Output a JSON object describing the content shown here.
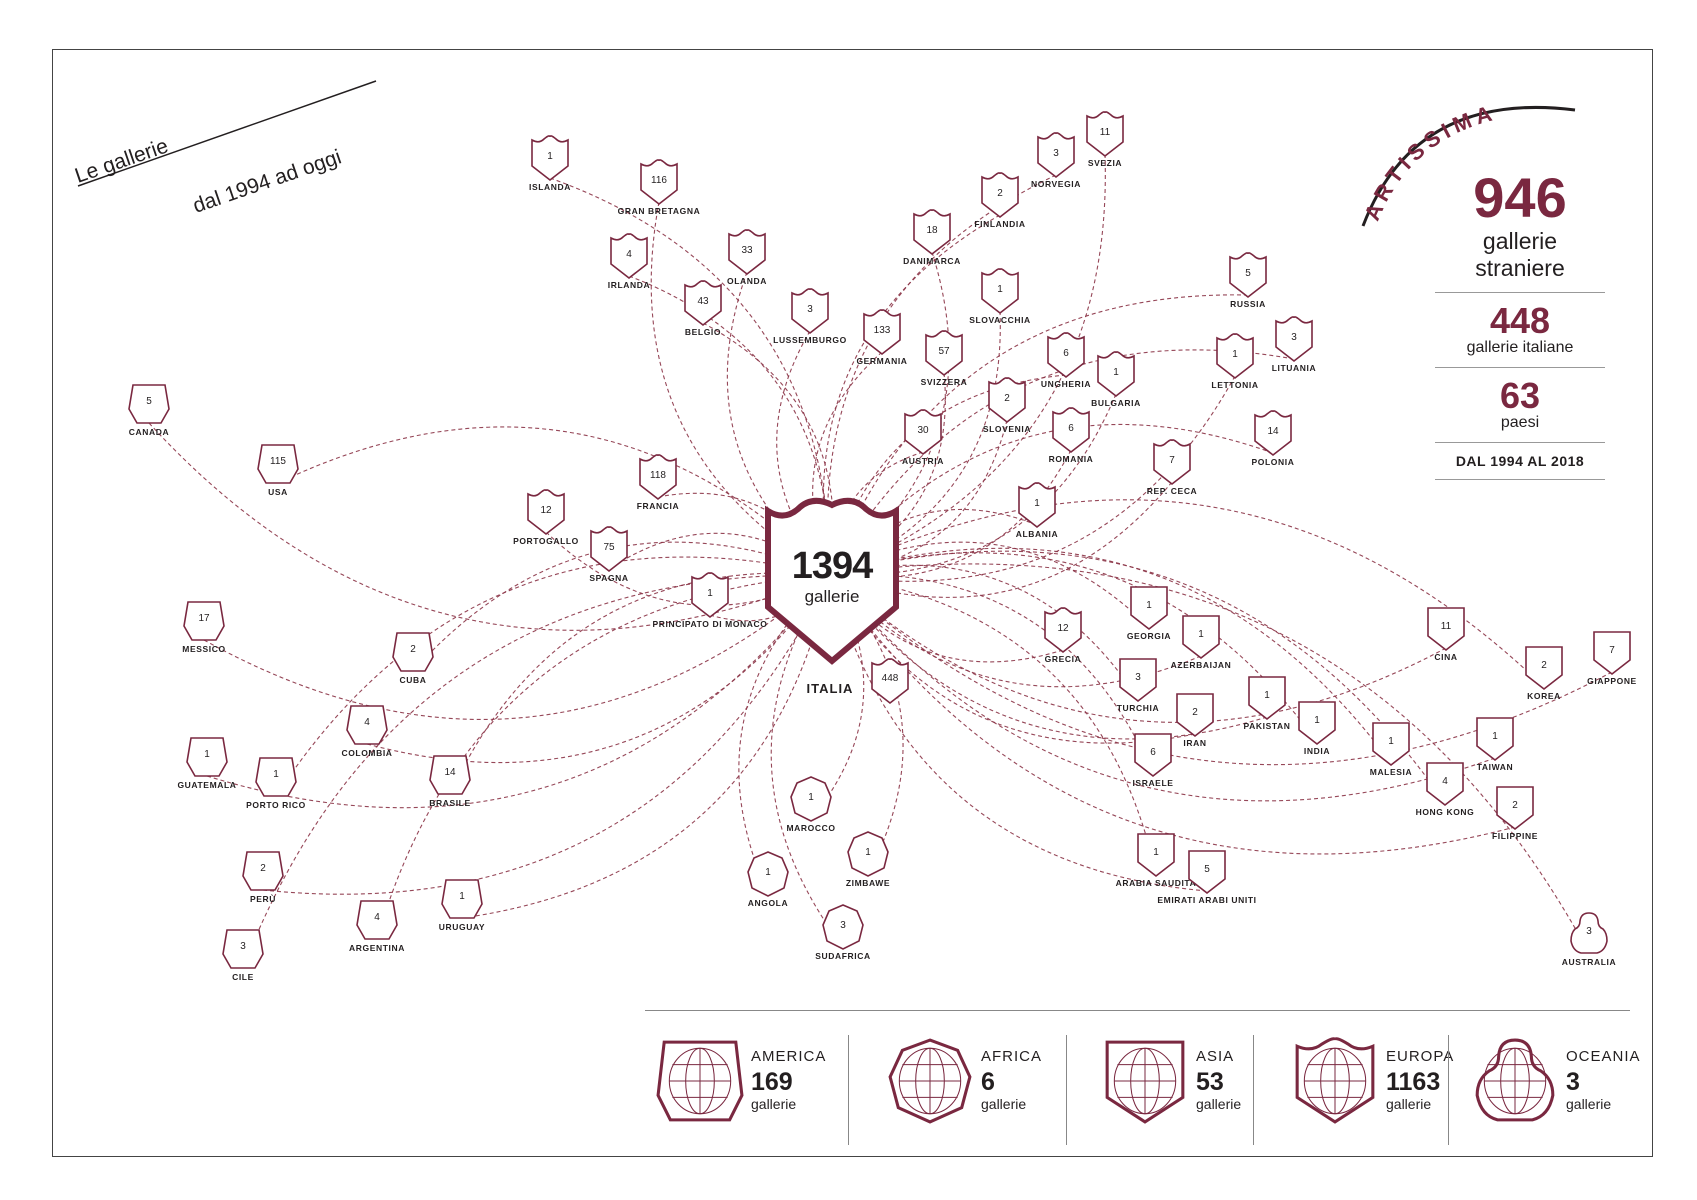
{
  "title": {
    "line1": "Le gallerie",
    "line2": "dal 1994 ad oggi"
  },
  "brand": "ARTISSIMA",
  "stats": {
    "foreign_value": "946",
    "foreign_label1": "gallerie",
    "foreign_label2": "straniere",
    "italian_value": "448",
    "italian_label": "gallerie italiane",
    "countries_value": "63",
    "countries_label": "paesi",
    "period": "DAL 1994 AL 2018"
  },
  "center": {
    "value": "1394",
    "label": "gallerie",
    "country": "ITALIA",
    "italy_count": "448"
  },
  "colors": {
    "accent": "#7a2840",
    "line": "#8b3346"
  },
  "countries": [
    {
      "name": "ISLANDA",
      "count": "1",
      "continent": "europa"
    },
    {
      "name": "GRAN BRETAGNA",
      "count": "116",
      "continent": "europa"
    },
    {
      "name": "IRLANDA",
      "count": "4",
      "continent": "europa"
    },
    {
      "name": "OLANDA",
      "count": "33",
      "continent": "europa"
    },
    {
      "name": "BELGIO",
      "count": "43",
      "continent": "europa"
    },
    {
      "name": "LUSSEMBURGO",
      "count": "3",
      "continent": "europa"
    },
    {
      "name": "DANIMARCA",
      "count": "18",
      "continent": "europa"
    },
    {
      "name": "NORVEGIA",
      "count": "3",
      "continent": "europa"
    },
    {
      "name": "SVEZIA",
      "count": "11",
      "continent": "europa"
    },
    {
      "name": "FINLANDIA",
      "count": "2",
      "continent": "europa"
    },
    {
      "name": "SLOVACCHIA",
      "count": "1",
      "continent": "europa"
    },
    {
      "name": "GERMANIA",
      "count": "133",
      "continent": "europa"
    },
    {
      "name": "SVIZZERA",
      "count": "57",
      "continent": "europa"
    },
    {
      "name": "UNGHERIA",
      "count": "6",
      "continent": "europa"
    },
    {
      "name": "BULGARIA",
      "count": "1",
      "continent": "europa"
    },
    {
      "name": "RUSSIA",
      "count": "5",
      "continent": "europa"
    },
    {
      "name": "LETTONIA",
      "count": "1",
      "continent": "europa"
    },
    {
      "name": "LITUANIA",
      "count": "3",
      "continent": "europa"
    },
    {
      "name": "SLOVENIA",
      "count": "2",
      "continent": "europa"
    },
    {
      "name": "AUSTRIA",
      "count": "30",
      "continent": "europa"
    },
    {
      "name": "ROMANIA",
      "count": "6",
      "continent": "europa"
    },
    {
      "name": "POLONIA",
      "count": "14",
      "continent": "europa"
    },
    {
      "name": "REP. CECA",
      "count": "7",
      "continent": "europa"
    },
    {
      "name": "ALBANIA",
      "count": "1",
      "continent": "europa"
    },
    {
      "name": "FRANCIA",
      "count": "118",
      "continent": "europa"
    },
    {
      "name": "PORTOGALLO",
      "count": "12",
      "continent": "europa"
    },
    {
      "name": "SPAGNA",
      "count": "75",
      "continent": "europa"
    },
    {
      "name": "PRINCIPATO DI MONACO",
      "count": "1",
      "continent": "europa"
    },
    {
      "name": "GRECIA",
      "count": "12",
      "continent": "europa"
    },
    {
      "name": "CANADA",
      "count": "5",
      "continent": "america"
    },
    {
      "name": "USA",
      "count": "115",
      "continent": "america"
    },
    {
      "name": "MESSICO",
      "count": "17",
      "continent": "america"
    },
    {
      "name": "CUBA",
      "count": "2",
      "continent": "america"
    },
    {
      "name": "COLOMBIA",
      "count": "4",
      "continent": "america"
    },
    {
      "name": "BRASILE",
      "count": "14",
      "continent": "america"
    },
    {
      "name": "GUATEMALA",
      "count": "1",
      "continent": "america"
    },
    {
      "name": "PORTO RICO",
      "count": "1",
      "continent": "america"
    },
    {
      "name": "PERÙ",
      "count": "2",
      "continent": "america"
    },
    {
      "name": "ARGENTINA",
      "count": "4",
      "continent": "america"
    },
    {
      "name": "URUGUAY",
      "count": "1",
      "continent": "america"
    },
    {
      "name": "CILE",
      "count": "3",
      "continent": "america"
    },
    {
      "name": "MAROCCO",
      "count": "1",
      "continent": "africa"
    },
    {
      "name": "ANGOLA",
      "count": "1",
      "continent": "africa"
    },
    {
      "name": "ZIMBAWE",
      "count": "1",
      "continent": "africa"
    },
    {
      "name": "SUDAFRICA",
      "count": "3",
      "continent": "africa"
    },
    {
      "name": "GEORGIA",
      "count": "1",
      "continent": "asia"
    },
    {
      "name": "AZERBAIJAN",
      "count": "1",
      "continent": "asia"
    },
    {
      "name": "TURCHIA",
      "count": "3",
      "continent": "asia"
    },
    {
      "name": "IRAN",
      "count": "2",
      "continent": "asia"
    },
    {
      "name": "ISRAELE",
      "count": "6",
      "continent": "asia"
    },
    {
      "name": "PAKISTAN",
      "count": "1",
      "continent": "asia"
    },
    {
      "name": "INDIA",
      "count": "1",
      "continent": "asia"
    },
    {
      "name": "CINA",
      "count": "11",
      "continent": "asia"
    },
    {
      "name": "KOREA",
      "count": "2",
      "continent": "asia"
    },
    {
      "name": "GIAPPONE",
      "count": "7",
      "continent": "asia"
    },
    {
      "name": "MALESIA",
      "count": "1",
      "continent": "asia"
    },
    {
      "name": "TAIWAN",
      "count": "1",
      "continent": "asia"
    },
    {
      "name": "HONG KONG",
      "count": "4",
      "continent": "asia"
    },
    {
      "name": "FILIPPINE",
      "count": "2",
      "continent": "asia"
    },
    {
      "name": "ARABIA SAUDITA",
      "count": "1",
      "continent": "asia"
    },
    {
      "name": "EMIRATI ARABI UNITI",
      "count": "5",
      "continent": "asia"
    },
    {
      "name": "AUSTRALIA",
      "count": "3",
      "continent": "oceania"
    }
  ],
  "legend": [
    {
      "name": "AMERICA",
      "value": "169",
      "unit": "gallerie",
      "icon": "america-shape-icon"
    },
    {
      "name": "AFRICA",
      "value": "6",
      "unit": "gallerie",
      "icon": "africa-shape-icon"
    },
    {
      "name": "ASIA",
      "value": "53",
      "unit": "gallerie",
      "icon": "asia-shape-icon"
    },
    {
      "name": "EUROPA",
      "value": "1163",
      "unit": "gallerie",
      "icon": "europa-shape-icon"
    },
    {
      "name": "OCEANIA",
      "value": "3",
      "unit": "gallerie",
      "icon": "oceania-shape-icon"
    }
  ]
}
